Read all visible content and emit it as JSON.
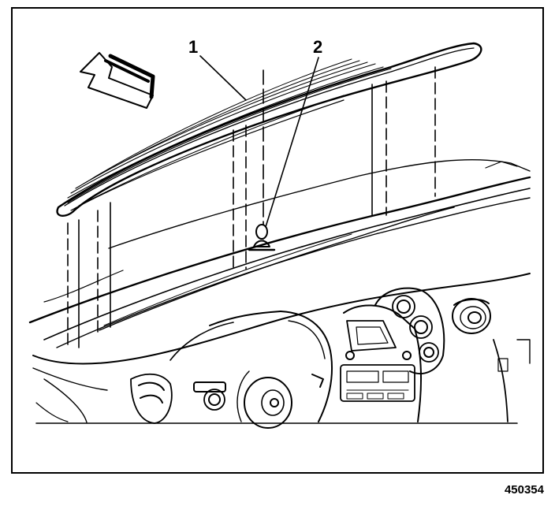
{
  "figure": {
    "callouts": [
      "1",
      "2"
    ],
    "figure_number": "450354"
  },
  "colors": {
    "ink": "#000000",
    "paper": "#ffffff"
  },
  "icons": [
    "direction-arrow-icon"
  ]
}
